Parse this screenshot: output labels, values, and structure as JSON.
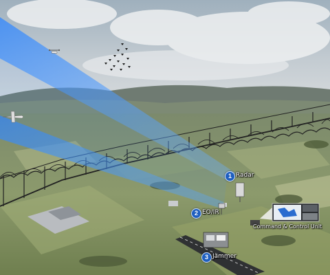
{
  "callouts": [
    {
      "number": "1",
      "label": "Radar"
    },
    {
      "number": "2",
      "label": "EO/IR"
    },
    {
      "number": "3",
      "label": "Jammer"
    }
  ],
  "command_unit": {
    "label": "Command & Control Unit"
  },
  "colors": {
    "beam": "#3d8fe8",
    "badge": "#1f5fbf",
    "sky": "#b9c4cc",
    "field": "#8a9a70",
    "fence": "#2a2a2a"
  }
}
